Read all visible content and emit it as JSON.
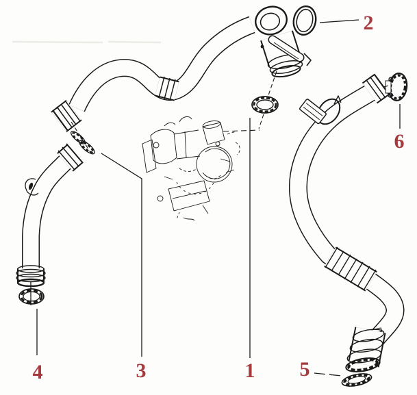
{
  "diagram": {
    "colors": {
      "background": "#fdfdfc",
      "line": "#1b1b1b",
      "callout": "#a53b3e",
      "streak": "#ecebe6"
    },
    "callouts": [
      {
        "label": "1"
      },
      {
        "label": "2"
      },
      {
        "label": "3"
      },
      {
        "label": "4"
      },
      {
        "label": "5"
      },
      {
        "label": "6"
      }
    ]
  }
}
